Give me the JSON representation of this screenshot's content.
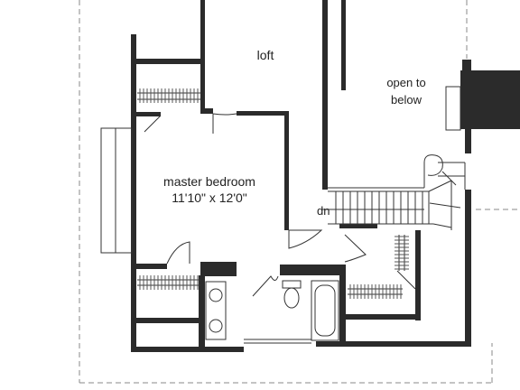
{
  "rooms": {
    "loft": "loft",
    "open_to_below_line1": "open to",
    "open_to_below_line2": "below",
    "master_bedroom_name": "master bedroom",
    "master_bedroom_size": "11'10\" x 12'0\""
  },
  "stairs": {
    "down_label": "dn"
  },
  "colors": {
    "wall": "#2b2b2b",
    "line": "#333333",
    "dashed": "#8a8a8a",
    "background": "#ffffff"
  }
}
